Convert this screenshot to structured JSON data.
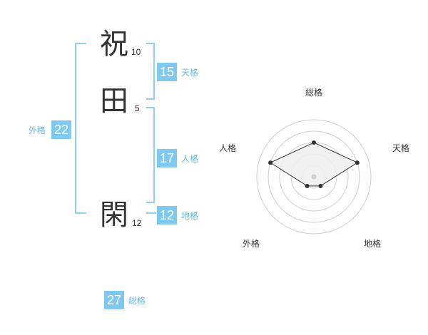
{
  "characters": [
    {
      "char": "祝",
      "strokes": "10"
    },
    {
      "char": "田",
      "strokes": "5"
    },
    {
      "char": "閑",
      "strokes": "12"
    }
  ],
  "scores": {
    "tenkaku": {
      "value": "15",
      "label": "天格"
    },
    "jinkaku": {
      "value": "17",
      "label": "人格"
    },
    "chikaku": {
      "value": "12",
      "label": "地格"
    },
    "gaikaku": {
      "value": "22",
      "label": "外格"
    },
    "soukaku": {
      "value": "27",
      "label": "総格"
    }
  },
  "chart_data": {
    "type": "radar",
    "axes": [
      "総格",
      "天格",
      "地格",
      "外格",
      "人格"
    ],
    "rings": 5,
    "values": [
      3,
      4,
      1,
      1,
      4
    ],
    "max": 5,
    "colors": {
      "fill": "#efefef",
      "line": "#333333",
      "grid": "#d0d0d0",
      "center": "#cccccc"
    }
  },
  "colors": {
    "accent": "#7fc8f0",
    "bracket": "#8fd0f2",
    "label": "#66bbe8"
  }
}
